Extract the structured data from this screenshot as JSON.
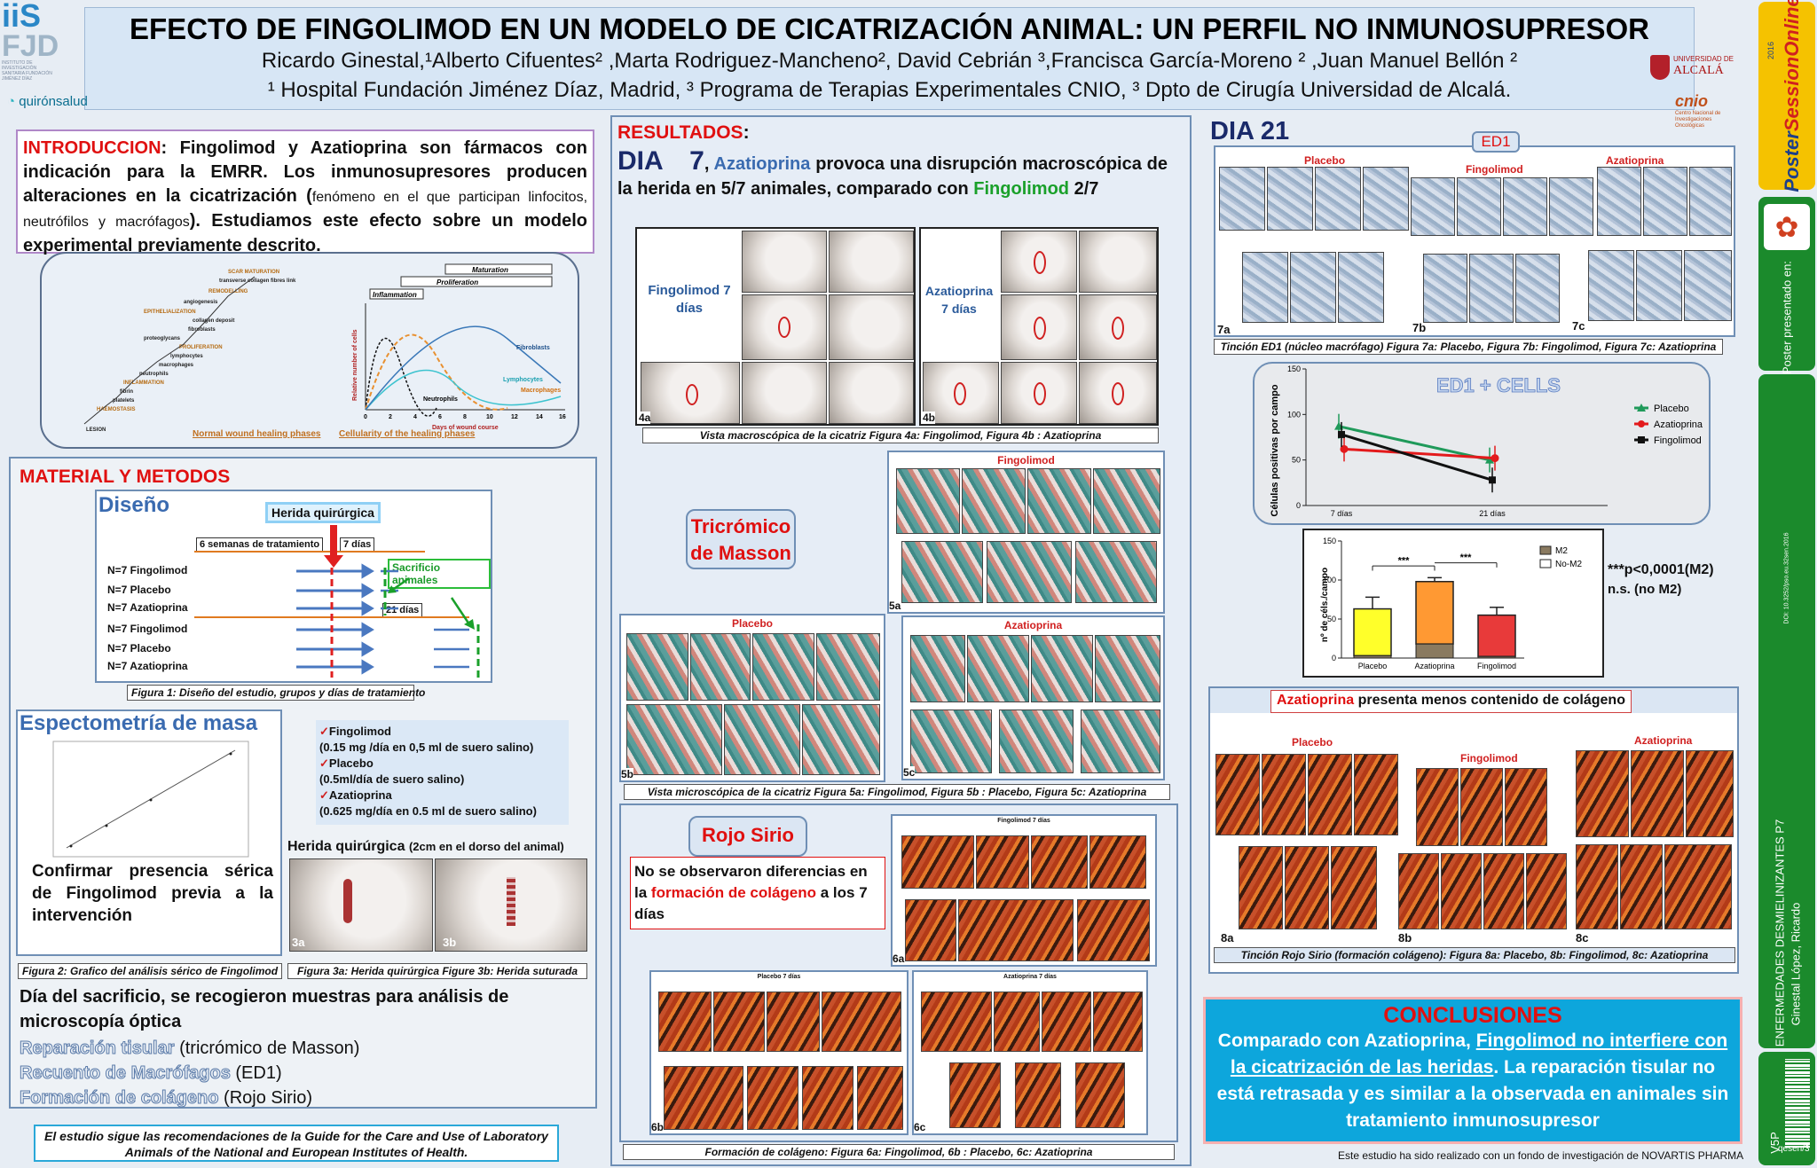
{
  "header": {
    "title": "EFECTO DE FINGOLIMOD EN UN MODELO DE CICATRIZACIÓN ANIMAL: UN PERFIL NO INMUNOSUPRESOR",
    "authors_line": "Ricardo Ginestal,¹Alberto Cifuentes² ,Marta Rodriguez-Mancheno², David Cebrián ³,Francisca García-Moreno ² ,Juan Manuel Bellón ²",
    "affiliations_line": "¹ Hospital Fundación Jiménez Díaz, Madrid, ³ Programa de Terapias Experimentales CNIO, ³ Dpto de Cirugía Universidad de Alcalá.",
    "logo_left_top": "iiS",
    "logo_left_mid": "FJD",
    "logo_left_small": "INSTITUTO DE INVESTIGACIÓN SANITARIA FUNDACIÓN JIMÉNEZ DÍAZ",
    "logo_quiron": "quirónsalud",
    "logo_alcala_1": "UNIVERSIDAD DE",
    "logo_alcala_2": "ALCALÁ",
    "logo_cnio": "cnio",
    "logo_cnio_sub": "Centro Nacional de Investigaciones Oncológicas"
  },
  "intro": {
    "heading": "INTRODUCCION",
    "text_main": ": Fingolimod y Azatioprina son fármacos con indicación para la EMRR. Los inmunosupresores producen alteraciones en la cicatrización (",
    "text_small": "fenómeno en el que participan linfocitos, neutrófilos y macrófagos",
    "text_end": "). Estudiamos este efecto sobre un modelo experimental previamente descrito.",
    "fig_left_caption": "Normal wound healing phases",
    "fig_right_caption": "Cellularity of the healing phases",
    "phase_labels": [
      "SCAR MATURATION",
      "transverse collagen fibres link",
      "REMODELLING",
      "angiogenesis",
      "EPITHELIALIZATION",
      "collagen deposit",
      "fibroblasts",
      "proteoglycans",
      "PROLIFERATION",
      "lymphocytes",
      "macrophages",
      "neutrophils",
      "INFLAMMATION",
      "fibrin",
      "platelets",
      "HAEMOSTASIS",
      "LESION"
    ],
    "cell_labels": {
      "maturation": "Maturation",
      "proliferation": "Proliferation",
      "inflammation": "Inflammation",
      "fibroblasts": "Fibroblasts",
      "lymphocytes": "Lymphocytes",
      "macrophages": "Macrophages",
      "neutrophils": "Neutrophils",
      "y_axis": "Relative number of cells",
      "x_axis": "Days of wound course",
      "x_ticks": [
        "0",
        "2",
        "4",
        "6",
        "8",
        "10",
        "12",
        "14",
        "16"
      ]
    }
  },
  "methods": {
    "heading": "MATERIAL Y METODOS",
    "design_title": "Diseño",
    "herida_box": "Herida quirúrgica",
    "weeks_label": "6 semanas de tratamiento",
    "days7_label": "7 días",
    "days21_label": "21 días",
    "sacrificio": "Sacrificio animales",
    "groups": [
      "N=7 Fingolimod",
      "N=7 Placebo",
      "N=7 Azatioprina",
      "N=7 Fingolimod",
      "N=7 Placebo",
      "N=7 Azatioprina"
    ],
    "fig1_caption": "Figura 1: Diseño del estudio, grupos y días de tratamiento",
    "mass_title": "Espectometría de masa",
    "confirm_text": "Confirmar presencia sérica de Fingolimod previa a la intervención",
    "fig2_caption": "Figura 2: Grafico del análisis sérico de Fingolimod",
    "doses": [
      {
        "name": "Fingolimod",
        "dose": "(0.15 mg /día en 0,5 ml de suero salino)"
      },
      {
        "name": "Placebo",
        "dose": "(0.5ml/día de suero salino)"
      },
      {
        "name": "Azatioprina",
        "dose": "(0.625 mg/día en 0.5 ml de suero salino)"
      }
    ],
    "herida_title": "Herida quirúrgica",
    "herida_sub": "(2cm en el dorso del animal)",
    "fig3_caption": "Figura 3a: Herida quirúrgica Figure 3b: Herida suturada",
    "label_3a": "3a",
    "label_3b": "3b",
    "sacrificio_text": "Día del sacrificio, se recogieron muestras para análisis de microscopía óptica",
    "analysis": [
      {
        "name": "Reparación tisular",
        "method": "(tricrómico de Masson)"
      },
      {
        "name": "Recuento de Macrófagos",
        "method": "(ED1)"
      },
      {
        "name": "Formación de colágeno",
        "method": "(Rojo Sirio)"
      }
    ],
    "guide_text": "El estudio sigue las recomendaciones de la Guide for the Care and Use of Laboratory Animals of the National and European Institutes of Health."
  },
  "results": {
    "heading": "RESULTADOS",
    "day": "DIA 7",
    "text_aza": "Azatioprina",
    "text_mid": "provoca una disrupción macroscópica de la herida en 5/7 animales, comparado con",
    "text_fingo": "Fingolimod",
    "text_end": "2/7",
    "fig4a_label": "Fingolimod 7 días",
    "fig4b_label": "Azatioprina 7 días",
    "lbl_4a": "4a",
    "lbl_4b": "4b",
    "fig4_caption": "Vista macroscópica de la cicatriz Figura 4a: Fingolimod, Figura 4b : Azatioprina",
    "masson_title": "Tricrómico de Masson",
    "fig5_fingo": "Fingolimod",
    "fig5_placebo": "Placebo",
    "fig5_aza": "Azatioprina",
    "lbl_5a": "5a",
    "lbl_5b": "5b",
    "lbl_5c": "5c",
    "fig5_caption": "Vista microscópica de la cicatriz Figura 5a: Fingolimod, Figura 5b : Placebo, Figura 5c: Azatioprina",
    "rojo_title": "Rojo Sirio",
    "rojo_text_1": "No se observaron diferencias en la",
    "rojo_text_red": "formación de colágeno",
    "rojo_text_2": "a los 7 días",
    "fig6a_title": "Fingolimod 7 días",
    "fig6b_title": "Placebo 7 días",
    "fig6c_title": "Azatioprina 7 días",
    "lbl_6a": "6a",
    "lbl_6b": "6b",
    "lbl_6c": "6c",
    "fig6_caption": "Formación de colágeno: Figura 6a: Fingolimod, 6b : Placebo, 6c: Azatioprina"
  },
  "day21": {
    "heading": "DIA 21",
    "ed1_badge": "ED1",
    "groups": [
      "Placebo",
      "Fingolimod",
      "Azatioprina"
    ],
    "lbl_7a": "7a",
    "lbl_7b": "7b",
    "lbl_7c": "7c",
    "fig7_caption": "Tinción ED1 (núcleo macrófago) Figura 7a: Placebo, Figura 7b: Fingolimod, Figura 7c: Azatioprina",
    "pvalue_1": "***p<0,0001(M2)",
    "pvalue_2": "n.s. (no M2)",
    "collagen_aza": "Azatioprina",
    "collagen_rest": "presenta menos contenido de colágeno",
    "lbl_8a": "8a",
    "lbl_8b": "8b",
    "lbl_8c": "8c",
    "fig8_caption": "Tinción Rojo Sirio (formación colágeno): Figura 8a: Placebo, 8b: Fingolimod, 8c: Azatioprina"
  },
  "conclusions": {
    "heading": "CONCLUSIONES",
    "text_1": "Comparado con Azatioprina,",
    "text_underlined": "Fingolimod no interfiere con la cicatrización de las heridas",
    "text_2": ". La reparación tisular no está retrasada y es similar a la observada en animales sin tratamiento inmunosupresor"
  },
  "funding": "Este estudio ha sido realizado con un fondo de investigación de NOVARTIS PHARMA",
  "sidebar": {
    "brand_1": "Poster",
    "brand_2": "SessionOnline",
    "brand_year": "2016",
    "presented": "Poster presentado en:",
    "doi": "DOI: 10.3252/pso.eu.32sen.2016",
    "topic": "ENFERMEDADES DESMIELINIZANTES P7",
    "author": "Ginestal López, Ricardo",
    "code": "V5P",
    "code2": "qesen/3"
  },
  "chart_data": [
    {
      "type": "line",
      "title": "ED1 + CELLS",
      "ylabel": "Células positivas por campo",
      "categories": [
        "7 días",
        "21 días"
      ],
      "ylim": [
        0,
        150
      ],
      "yticks": [
        "0",
        "50",
        "100",
        "150"
      ],
      "series": [
        {
          "name": "Placebo",
          "values": [
            87,
            50
          ],
          "color": "#1f9a5a"
        },
        {
          "name": "Azatioprina",
          "values": [
            62,
            52
          ],
          "color": "#e31a1c"
        },
        {
          "name": "Fingolimod",
          "values": [
            78,
            28
          ],
          "color": "#111111"
        }
      ],
      "legend": "right"
    },
    {
      "type": "bar",
      "ylabel": "nº de céls./campo",
      "categories": [
        "Placebo",
        "Azatioprina",
        "Fingolimod"
      ],
      "ylim": [
        0,
        150
      ],
      "yticks": [
        "0",
        "50",
        "100",
        "150"
      ],
      "series": [
        {
          "name": "M2",
          "values": [
            3,
            18,
            2
          ]
        },
        {
          "name": "No-M2",
          "values": [
            60,
            80,
            53
          ]
        }
      ],
      "errors": [
        15,
        5,
        10
      ],
      "colors": [
        "#ffff2a",
        "#ff9933",
        "#e83a3a"
      ],
      "significance": [
        "***",
        "***"
      ],
      "legend": "top-right"
    }
  ]
}
